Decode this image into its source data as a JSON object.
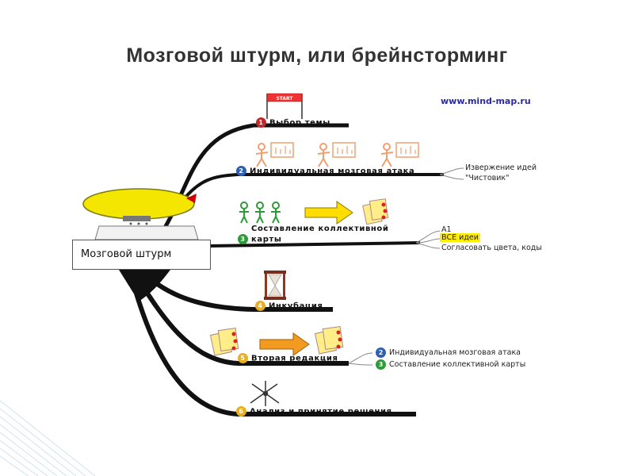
{
  "slide": {
    "title": "Мозговой штурм, или брейнсторминг",
    "url": "www.mind-map.ru"
  },
  "map": {
    "root": "Мозговой штурм",
    "start_sign": "START",
    "branches": [
      {
        "num": "1",
        "label": "Выбор темы",
        "color": "#c0282d"
      },
      {
        "num": "2",
        "label": "Индивидуальная мозговая атака",
        "color": "#2f5fb3",
        "subs": [
          "Извержение идей",
          "\"Чистовик\""
        ]
      },
      {
        "num": "3",
        "label_line1": "Составление коллективной",
        "label_line2": "карты",
        "color": "#2e9a38",
        "subs": [
          "A1",
          "ВСЕ идеи",
          "Согласовать цвета, коды"
        ]
      },
      {
        "num": "4",
        "label": "Инкубация",
        "color": "#e8b020"
      },
      {
        "num": "5",
        "label": "Вторая редакция",
        "color": "#e8b020",
        "subs": [
          {
            "num": "2",
            "label": "Индивидуальная мозговая атака",
            "color": "#2f5fb3"
          },
          {
            "num": "3",
            "label": "Составление коллективной карты",
            "color": "#2e9a38"
          }
        ]
      },
      {
        "num": "6",
        "label": "Анализ и принятие решения",
        "color": "#e8b020"
      }
    ]
  }
}
